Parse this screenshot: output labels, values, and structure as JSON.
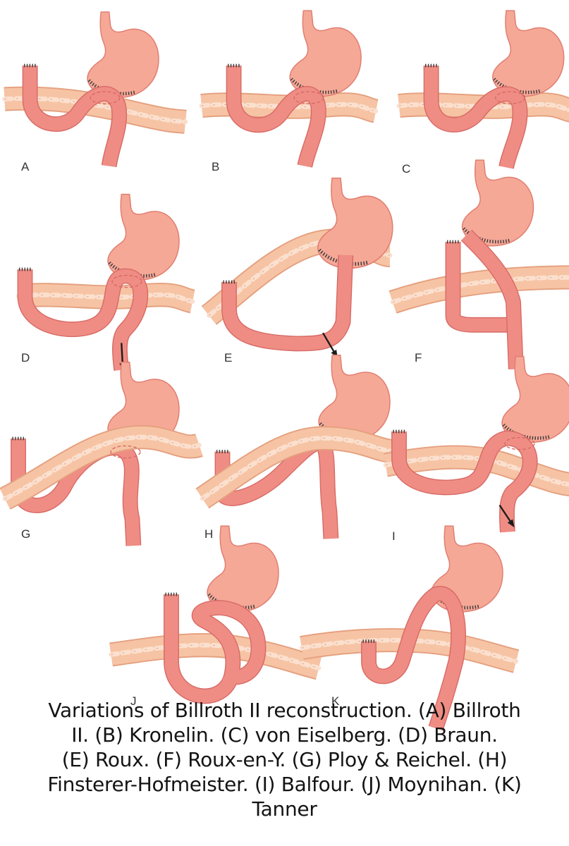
{
  "colors": {
    "stomach": "#f6a897",
    "stomach_stroke": "#e07f72",
    "jejunum": "#ef8d84",
    "jejunum_stroke": "#d86a66",
    "colon": "#f6c4a4",
    "colon_stroke": "#e5a07f",
    "suture": "#3a3a3a",
    "text": "#141414"
  },
  "panels": [
    {
      "id": "A",
      "label": "A"
    },
    {
      "id": "B",
      "label": "B"
    },
    {
      "id": "C",
      "label": "C"
    },
    {
      "id": "D",
      "label": "D"
    },
    {
      "id": "E",
      "label": "E"
    },
    {
      "id": "F",
      "label": "F"
    },
    {
      "id": "G",
      "label": "G"
    },
    {
      "id": "H",
      "label": "H"
    },
    {
      "id": "I",
      "label": "I"
    },
    {
      "id": "J",
      "label": "J"
    },
    {
      "id": "K",
      "label": "K"
    }
  ],
  "caption": {
    "line1": "Variations of Billroth II reconstruction. (A) Billroth",
    "line2": "II. (B) Kronelin. (C) von Eiselberg. (D) Braun.",
    "line3": "(E) Roux. (F) Roux-en-Y. (G) Ploy & Reichel. (H)",
    "line4": "Finsterer-Hofmeister. (I) Balfour. (J) Moynihan. (K)",
    "line5": "Tanner"
  }
}
